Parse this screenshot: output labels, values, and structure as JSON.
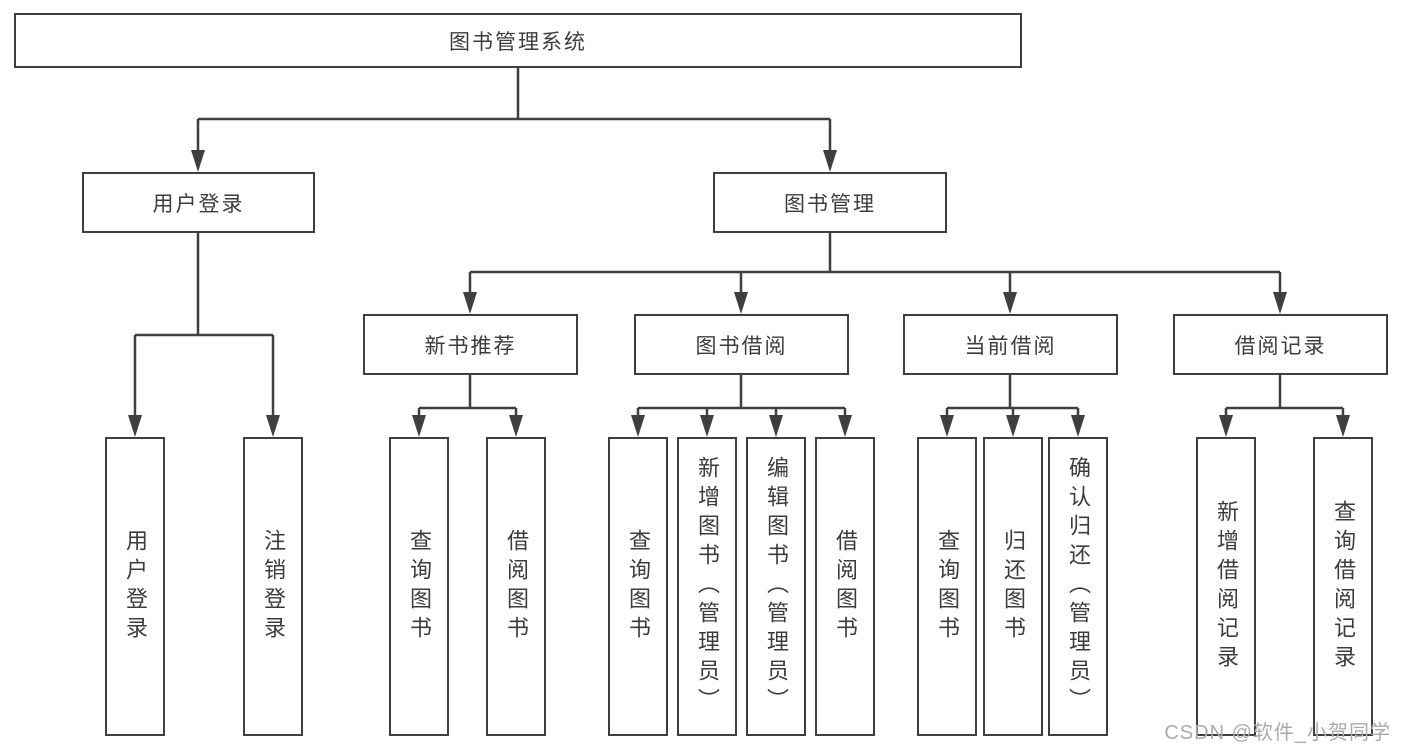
{
  "diagram": {
    "root": {
      "label": "图书管理系统"
    },
    "level2": [
      {
        "label": "用户登录",
        "children": [
          "用户登录",
          "注销登录"
        ]
      },
      {
        "label": "图书管理"
      }
    ],
    "level3": [
      {
        "label": "新书推荐",
        "children": [
          "查询图书",
          "借阅图书"
        ]
      },
      {
        "label": "图书借阅",
        "children": [
          "查询图书",
          "新增图书（管理员）",
          "编辑图书（管理员）",
          "借阅图书"
        ]
      },
      {
        "label": "当前借阅",
        "children": [
          "查询图书",
          "归还图书",
          "确认归还（管理员）"
        ]
      },
      {
        "label": "借阅记录",
        "children": [
          "新增借阅记录",
          "查询借阅记录"
        ]
      }
    ]
  },
  "watermark": {
    "text": "CSDN @软件_小贺同学"
  },
  "colors": {
    "line": "#3f3f3f",
    "text": "#3c3c3c",
    "background": "#ffffff",
    "watermark": "#ababab"
  }
}
